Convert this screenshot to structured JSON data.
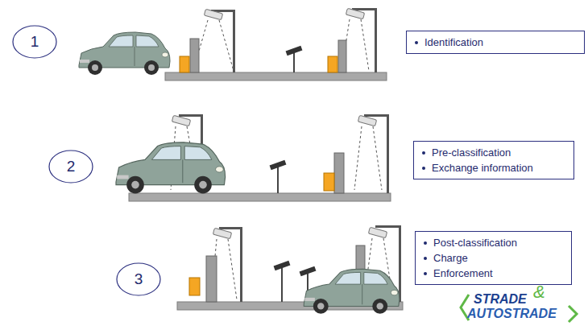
{
  "diagram": {
    "nodes": [
      {
        "text": [
          "1"
        ]
      },
      {
        "text": [
          "Identification"
        ]
      },
      {
        "text": [
          "2"
        ]
      },
      {
        "text": [
          "Pre-classification",
          "Exchange information"
        ]
      },
      {
        "text": [
          "3"
        ]
      },
      {
        "text": [
          "Post-classification",
          "Charge",
          "Enforcement"
        ]
      }
    ],
    "labels": [
      "STRADE",
      "&",
      "AUTOSTRADE"
    ]
  }
}
